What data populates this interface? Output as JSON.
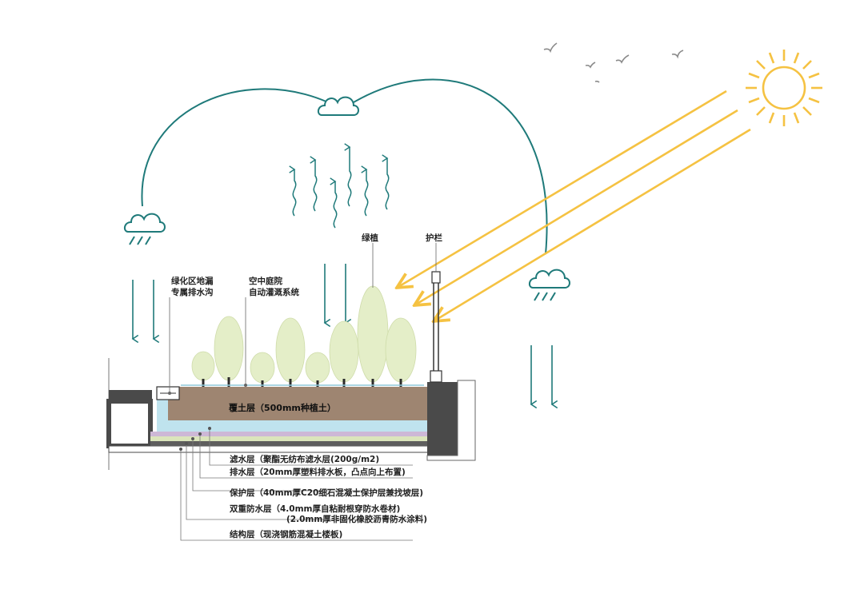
{
  "labels": {
    "greenery": "绿植",
    "railing": "护栏",
    "drain_line1": "绿化区地漏",
    "drain_line2": "专属排水沟",
    "irrigation_line1": "空中庭院",
    "irrigation_line2": "自动灌溉系统",
    "soil_layer": "覆土层（500mm种植土）"
  },
  "layers": [
    {
      "text": "滤水层（聚酯无纺布滤水层(200g/m2)",
      "color": "#bfe3ee"
    },
    {
      "text": "排水层（20mm厚塑料排水板，凸点向上布置)",
      "color": "#cdb8d6"
    },
    {
      "text": "保护层（40mm厚C20细石混凝土保护层兼找坡层)",
      "color": "#dbe5bb"
    },
    {
      "text": "双重防水层（4.0mm厚自粘耐根穿防水卷材)",
      "text2": "(2.0mm厚非固化橡胶沥青防水涂料)",
      "color": "#5e5e5e"
    },
    {
      "text": "结构层（现浇钢筋混凝土楼板)",
      "color": "#ffffff"
    }
  ],
  "colors": {
    "water": "#1f7a7a",
    "sun": "#f5c242",
    "soil": "#9e8571",
    "concrete": "#4a4a4a",
    "tree": "#e4eec8",
    "bird": "#8a8a8a"
  },
  "icons": [
    "sun-icon",
    "cloud-icon",
    "rain-cloud-icon",
    "bird-icon",
    "tree-icon",
    "drain-icon",
    "railing-icon"
  ]
}
